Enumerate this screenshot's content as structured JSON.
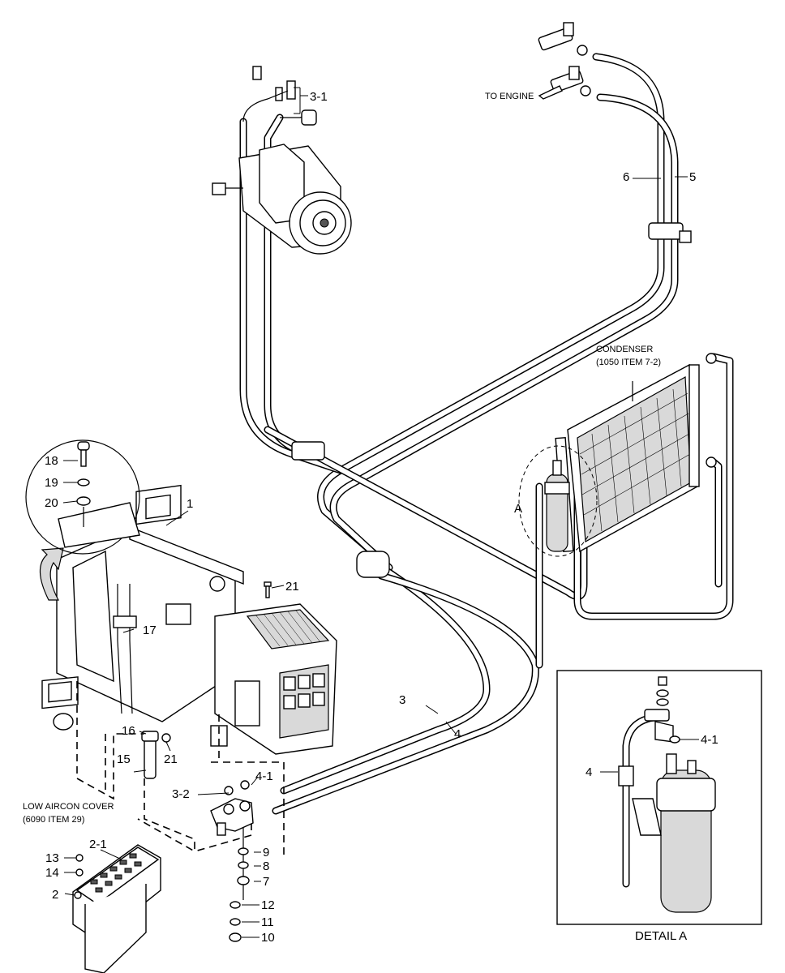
{
  "labels": {
    "to_engine": "TO ENGINE",
    "condenser_line1": "CONDENSER",
    "condenser_line2": "(1050 ITEM 7-2)",
    "low_cover_line1": "LOW AIRCON COVER",
    "low_cover_line2": "(6090 ITEM 29)",
    "detail_marker": "A",
    "detail_title": "DETAIL A"
  },
  "callouts": {
    "c1": "1",
    "c2": "2",
    "c2_1": "2-1",
    "c3": "3",
    "c3_1": "3-1",
    "c3_2": "3-2",
    "c4": "4",
    "c4_1": "4-1",
    "c5": "5",
    "c6": "6",
    "c7": "7",
    "c8": "8",
    "c9": "9",
    "c10": "10",
    "c11": "11",
    "c12": "12",
    "c13": "13",
    "c14": "14",
    "c15": "15",
    "c16": "16",
    "c17": "17",
    "c18": "18",
    "c19": "19",
    "c20": "20",
    "c21a": "21",
    "c21b": "21",
    "d4": "4",
    "d4_1": "4-1"
  }
}
